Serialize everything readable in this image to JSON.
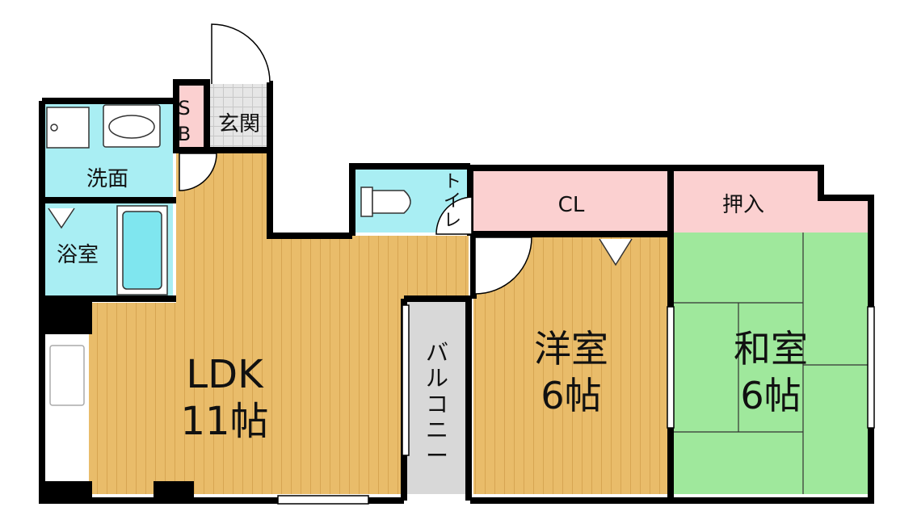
{
  "floorplan": {
    "rooms": {
      "ldk": {
        "name": "LDK",
        "size": "11帖",
        "color": "#e9bc6a"
      },
      "western": {
        "name": "洋室",
        "size": "6帖",
        "color": "#e9bc6a"
      },
      "japanese": {
        "name": "和室",
        "size": "6帖",
        "color": "#9fe89c"
      },
      "washroom": {
        "name": "洗面",
        "color": "#a9eef3"
      },
      "bathroom": {
        "name": "浴室",
        "color": "#a9eef3"
      },
      "toilet": {
        "name_chars": [
          "ト",
          "イ",
          "レ"
        ],
        "color": "#a9eef3"
      },
      "closet": {
        "name": "CL",
        "color": "#fbd0d0"
      },
      "oshiire": {
        "name": "押入",
        "color": "#fbd0d0"
      },
      "shoebox": {
        "name_chars": [
          "S",
          "B"
        ],
        "color": "#fbd0d0"
      },
      "entrance": {
        "name": "玄関",
        "color": "#e3e3e3"
      },
      "balcony": {
        "name_chars": [
          "バ",
          "ル",
          "コ",
          "ニ",
          "ー"
        ],
        "color": "#d8d8d8"
      }
    },
    "wall_color": "#000000"
  }
}
